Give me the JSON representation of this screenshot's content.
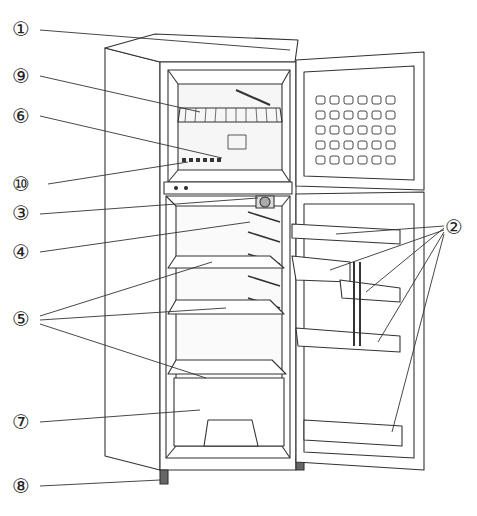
{
  "diagram": {
    "labels": [
      "①",
      "⑨",
      "⑥",
      "⑩",
      "③",
      "④",
      "⑤",
      "⑦",
      "⑧",
      "②"
    ]
  }
}
